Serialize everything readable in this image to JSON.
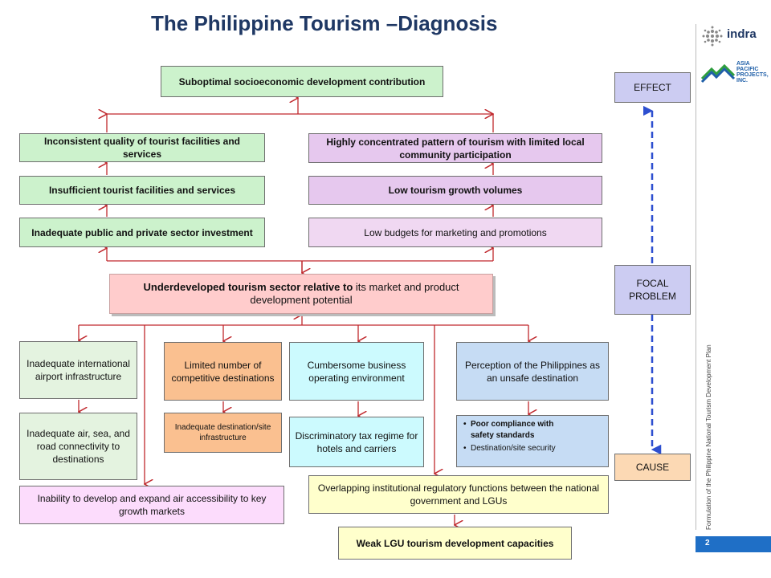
{
  "title": "The Philippine Tourism –Diagnosis",
  "boxes": {
    "top": "Suboptimal socioeconomic development contribution",
    "inconsistent": "Inconsistent quality of tourist facilities and services",
    "concentrated": "Highly concentrated pattern of tourism with limited local community participation",
    "insufficient": "Insufficient tourist facilities and services",
    "low_growth": "Low tourism growth volumes",
    "inadequate_investment": "Inadequate public and private sector investment",
    "low_budgets": "Low budgets for marketing and promotions",
    "focal_bold": "Underdeveloped tourism sector relative to",
    "focal_rest": " its market and product development potential",
    "airport": "Inadequate international airport infrastructure",
    "limited_dest": "Limited number of competitive destinations",
    "cumbersome": "Cumbersome business operating environment",
    "unsafe": "Perception of the Philippines as an unsafe destination",
    "connectivity": "Inadequate air, sea, and road connectivity to destinations",
    "dest_infra": "Inadequate destination/site infrastructure",
    "tax": "Discriminatory tax regime for hotels and carriers",
    "bullet_1": "Poor compliance with safety standards",
    "bullet_2": "Destination/site  security",
    "air_access": "Inability to develop and expand air accessibility to key growth markets",
    "overlapping": "Overlapping institutional regulatory functions between the national government and LGUs",
    "weak_lgu": "Weak LGU tourism development capacities"
  },
  "legend": {
    "effect": "EFFECT",
    "focal": "FOCAL PROBLEM",
    "cause": "CAUSE"
  },
  "logos": {
    "indra": "indra",
    "asia": "ASIA PACIFIC PROJECTS, INC."
  },
  "footer": {
    "side_text": "Formulation of the Philippine National Tourism Development Plan",
    "page_number": "2"
  },
  "colors": {
    "arrow": "#c0282d",
    "dashed_arrow": "#2d4fd0",
    "title": "#1f3864"
  }
}
